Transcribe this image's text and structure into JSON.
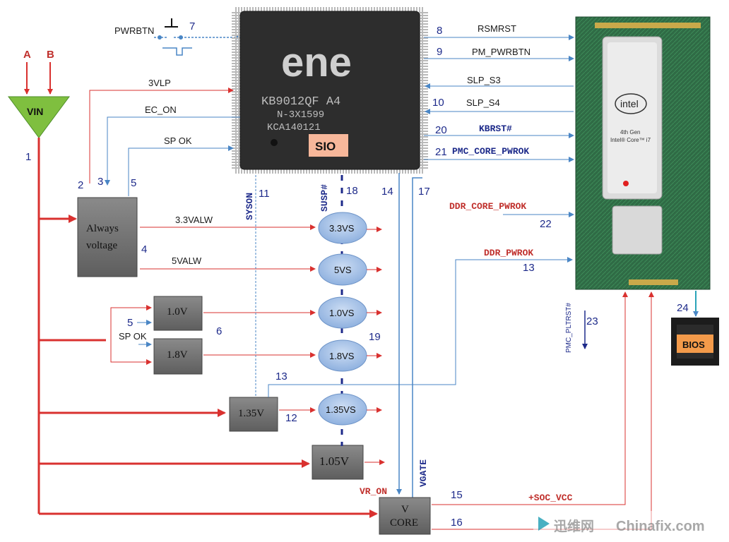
{
  "title": "Laptop power-on sequence diagram (ENE KB9012QF SIO, Intel 4th Gen Core i7)",
  "colors": {
    "power_red": "#d9312f",
    "signal_blue": "#4a86c5",
    "label_red": "#c0302c",
    "label_blue": "#1d2a8a",
    "vin_green": "#7fbf3f",
    "box_grey": "#6f6f6f",
    "ellipse_blue": "#a9c4e8",
    "sio_label_bg": "#f7b79a"
  },
  "inputs": {
    "a": "A",
    "b": "B",
    "vin": "VIN"
  },
  "power_button": {
    "label": "PWRBTN",
    "step": "7"
  },
  "sio": {
    "brand": "ene",
    "line1": "KB9012QF  A4",
    "line2": "N-3X1599",
    "line3": "KCA140121",
    "tag": "SIO"
  },
  "cpu": {
    "brand": "intel",
    "line1": "4th Gen",
    "line2": "Intel® Core™ i7"
  },
  "bios": {
    "label": "BIOS",
    "step": "24"
  },
  "left_signals": [
    {
      "label": "3VLP",
      "step": "2"
    },
    {
      "label": "EC_ON",
      "step": "3"
    },
    {
      "label": "SP OK",
      "step": "5"
    }
  ],
  "right_signals": [
    {
      "label": "RSMRST",
      "step": "8"
    },
    {
      "label": "PM_PWRBTN",
      "step": "9"
    },
    {
      "label": "SLP_S3",
      "step": ""
    },
    {
      "label": "SLP_S4",
      "step": "10"
    },
    {
      "label": "KBRST#",
      "step": "20"
    },
    {
      "label": "PMC_CORE_PWROK",
      "step": "21"
    }
  ],
  "ddr_signals": [
    {
      "label": "DDR_CORE_PWROK",
      "step": "22"
    },
    {
      "label": "DDR_PWROK",
      "step": "13"
    }
  ],
  "vertical_signals": [
    {
      "label": "SYSON",
      "step": "11"
    },
    {
      "label": "SUSP#",
      "step": "18"
    },
    {
      "label": "",
      "step": "14"
    },
    {
      "label": "",
      "step": "17"
    },
    {
      "label": "VGATE",
      "step": ""
    },
    {
      "label": "PMC_PLTRST#",
      "step": "23"
    }
  ],
  "always_box": {
    "line1": "Always",
    "line2": "voltage",
    "step": "4"
  },
  "rails": [
    {
      "label": "3.3VALW"
    },
    {
      "label": "5VALW"
    }
  ],
  "regulators": [
    {
      "label": "1.0V"
    },
    {
      "label": "1.8V"
    },
    {
      "label": "1.35V"
    },
    {
      "label": "1.05V"
    }
  ],
  "reg_inputs": {
    "sp_ok": "SP OK",
    "sp_step": "5",
    "group_step": "6"
  },
  "switched_rails": [
    {
      "label": "3.3VS"
    },
    {
      "label": "5VS"
    },
    {
      "label": "1.0VS"
    },
    {
      "label": "1.8VS"
    },
    {
      "label": "1.35VS"
    }
  ],
  "steps_misc": {
    "vin_step": "1",
    "s19": "19",
    "s13b": "13",
    "s12": "12"
  },
  "vcore": {
    "line1": "V",
    "line2": "CORE",
    "vr_on": "VR_ON",
    "out1": "+SOC_VCC",
    "s15": "15",
    "s16": "16"
  },
  "watermark": {
    "cn": "迅维网",
    "en": "Chinafix.com"
  }
}
